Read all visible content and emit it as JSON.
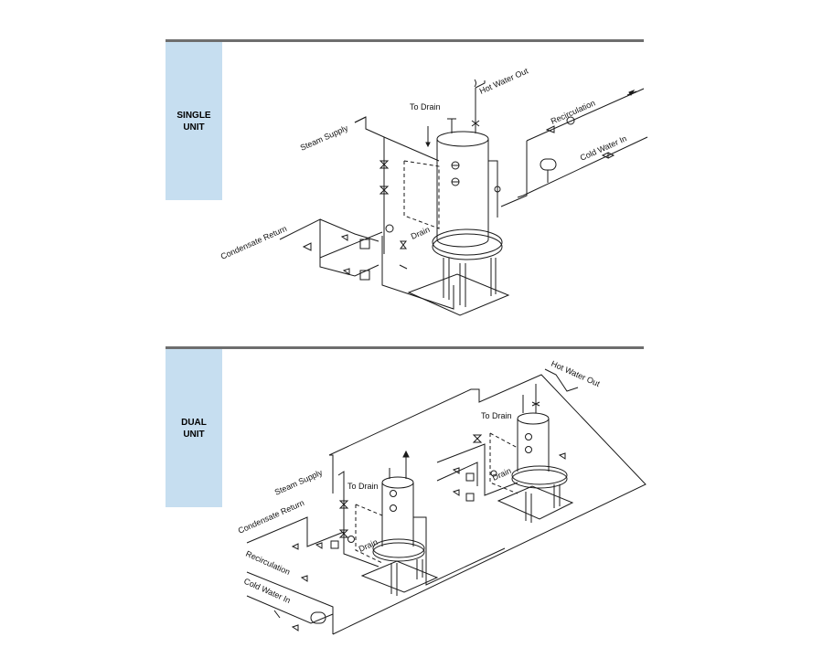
{
  "sections": [
    {
      "panel_label": "SINGLE\nUNIT",
      "labels": {
        "hot_water_out": "Hot Water Out",
        "to_drain": "To Drain",
        "recirculation": "Recirculation",
        "steam_supply": "Steam Supply",
        "cold_water_in": "Cold Water In",
        "drain": "Drain",
        "condensate_return": "Condensate Return"
      }
    },
    {
      "panel_label": "DUAL\nUNIT",
      "labels": {
        "hot_water_out": "Hot Water Out",
        "to_drain_right": "To Drain",
        "steam_supply": "Steam Supply",
        "to_drain_left": "To Drain",
        "condensate_return": "Condensate Return",
        "drain_right": "Drain",
        "drain_left": "Drain",
        "recirculation": "Recirculation",
        "cold_water_in": "Cold Water In"
      }
    }
  ],
  "colors": {
    "panel": "#c6def0",
    "rule": "#6e6e6e",
    "line": "#1a1a1a"
  }
}
